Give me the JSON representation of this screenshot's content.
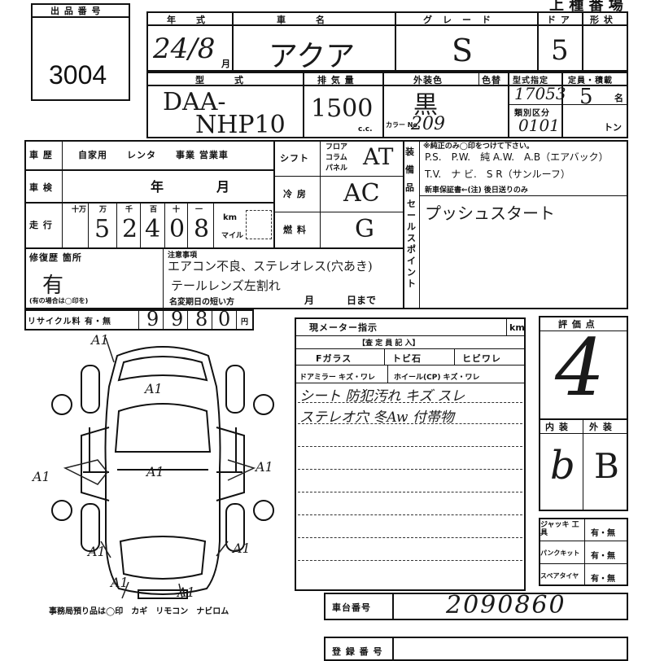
{
  "lot": {
    "label": "出 品 番 号",
    "value": "3004"
  },
  "top_header": {
    "title": "上 種 番 場",
    "year_label": "年　　式",
    "name_label": "車　　　名",
    "grade_label": "グ　レ　ー　ド",
    "door_label": "ド ア",
    "shape_label": "形 状"
  },
  "vehicle": {
    "year": "24/8",
    "month_unit": "月",
    "name": "アクア",
    "grade": "S",
    "doors": "5"
  },
  "row2_labels": {
    "model": "型　　　式",
    "displacement": "排 気 量",
    "exterior": "外装色",
    "color_change": "色替",
    "model_designation": "型式指定",
    "capacity": "定員・積載",
    "category": "類別区分",
    "cc": "c.c.",
    "color": "カラー No.",
    "persons": "名",
    "ton": "トン"
  },
  "row2": {
    "model_line1": "DAA-",
    "model_line2": "NHP10",
    "displacement": "1500",
    "exterior_color": "黒",
    "color_no": "209",
    "model_designation": "17053",
    "category": "0101",
    "capacity": "5"
  },
  "history": {
    "label": "車 歴",
    "options": "自家用　　レンタ　　事業 営業車"
  },
  "shaken": {
    "label": "車 検",
    "year_unit": "年",
    "month_unit": "月"
  },
  "mileage": {
    "label": "走 行",
    "units": [
      "十万",
      "万",
      "千",
      "百",
      "十",
      "一"
    ],
    "digits": [
      "5",
      "2",
      "4",
      "0",
      "8"
    ],
    "km": "km",
    "mile": "マイル"
  },
  "shift": {
    "label": "シフト",
    "sub": [
      "フロア",
      "コラム",
      "パネル"
    ],
    "value": "AT"
  },
  "ac": {
    "label": "冷 房",
    "value": "AC"
  },
  "fuel": {
    "label": "燃 料",
    "value": "G"
  },
  "equipment": {
    "label": "装 備 品",
    "note": "※純正のみ◯印をつけて下さい。",
    "line1": "P.S.　P.W.　純 A.W.　A.B（エアバック）",
    "line2": "T.V.　ナ ビ.　S R（サンルーフ）",
    "line3": "新車保証書←(注) 後日送りのみ"
  },
  "sales_point": {
    "label": "セ ー ル ス ポ イ ン ト",
    "value": "プッシュスタート"
  },
  "repair": {
    "label": "修復歴 箇所",
    "value": "有",
    "note": "(有の場合は◯印を)"
  },
  "notes": {
    "label": "注意事項",
    "line1": "エアコン不良、ステレオレス(穴あき)",
    "line2": "テールレンズ左割れ",
    "deadline_label": "名変期日の短い方",
    "month_unit": "月",
    "day_unit": "日まで"
  },
  "recycle": {
    "label": "リサイクル料 有・無",
    "digits": [
      "9",
      "9",
      "8",
      "0"
    ],
    "yen": "円"
  },
  "meter": {
    "label": "現メーター指示",
    "km": "km",
    "inspector": "【査 定 員 記 入】"
  },
  "glass": {
    "label": "Fガラス",
    "col2": "トビ石",
    "col3": "ヒビワレ",
    "mirror": "ドアミラー キズ・ワレ",
    "wheel": "ホイール(CP) キズ・ワレ"
  },
  "inspector_notes": {
    "line1": "シート 防犯汚れ キズ スレ",
    "line2": "ステレオ穴 冬Aw 付帯物"
  },
  "score": {
    "label": "評 価 点",
    "value": "4",
    "interior_label": "内 装",
    "exterior_label": "外 装",
    "interior": "b",
    "exterior": "B"
  },
  "tools": {
    "jack": "ジャッキ 工 具",
    "puncture": "パンクキット",
    "spare": "スペアタイヤ",
    "opt": "有・無"
  },
  "diagram": {
    "mark": "A1",
    "footer": "事務局預り品は◯印　カギ　リモコン　ナビロム"
  },
  "chassis": {
    "label": "車台番号",
    "value": "2090860"
  },
  "registration": {
    "label": "登 録 番 号"
  }
}
